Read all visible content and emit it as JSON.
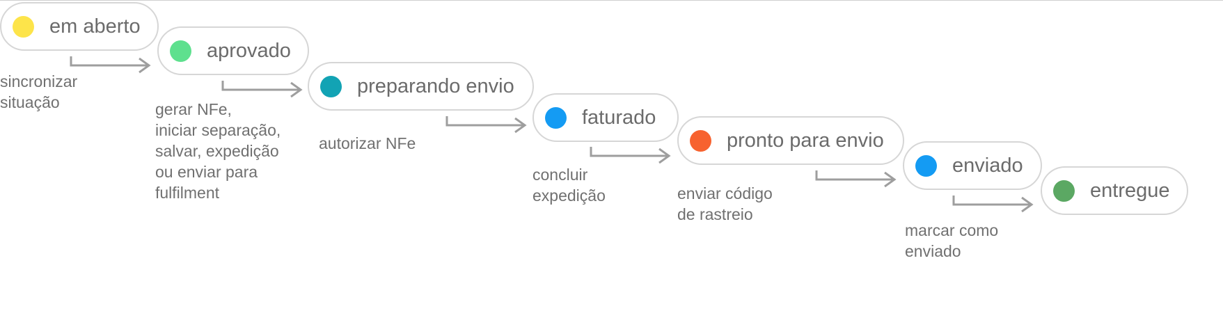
{
  "stages": [
    {
      "label": "em aberto",
      "color": "#fde44a"
    },
    {
      "label": "aprovado",
      "color": "#5ee08e"
    },
    {
      "label": "preparando envio",
      "color": "#12a3b4"
    },
    {
      "label": "faturado",
      "color": "#149bf3"
    },
    {
      "label": "pronto para envio",
      "color": "#f7622f"
    },
    {
      "label": "enviado",
      "color": "#149bf3"
    },
    {
      "label": "entregue",
      "color": "#5ba863"
    }
  ],
  "transitions": [
    "sincronizar\nsituação",
    "gerar NFe,\niniciar separação,\nsalvar, expedição\nou enviar para\nfulfilment",
    "autorizar NFe",
    "concluir\nexpedição",
    "enviar código\nde rastreio",
    "marcar como\nenviado"
  ],
  "arrow_color": "#9e9e9e"
}
